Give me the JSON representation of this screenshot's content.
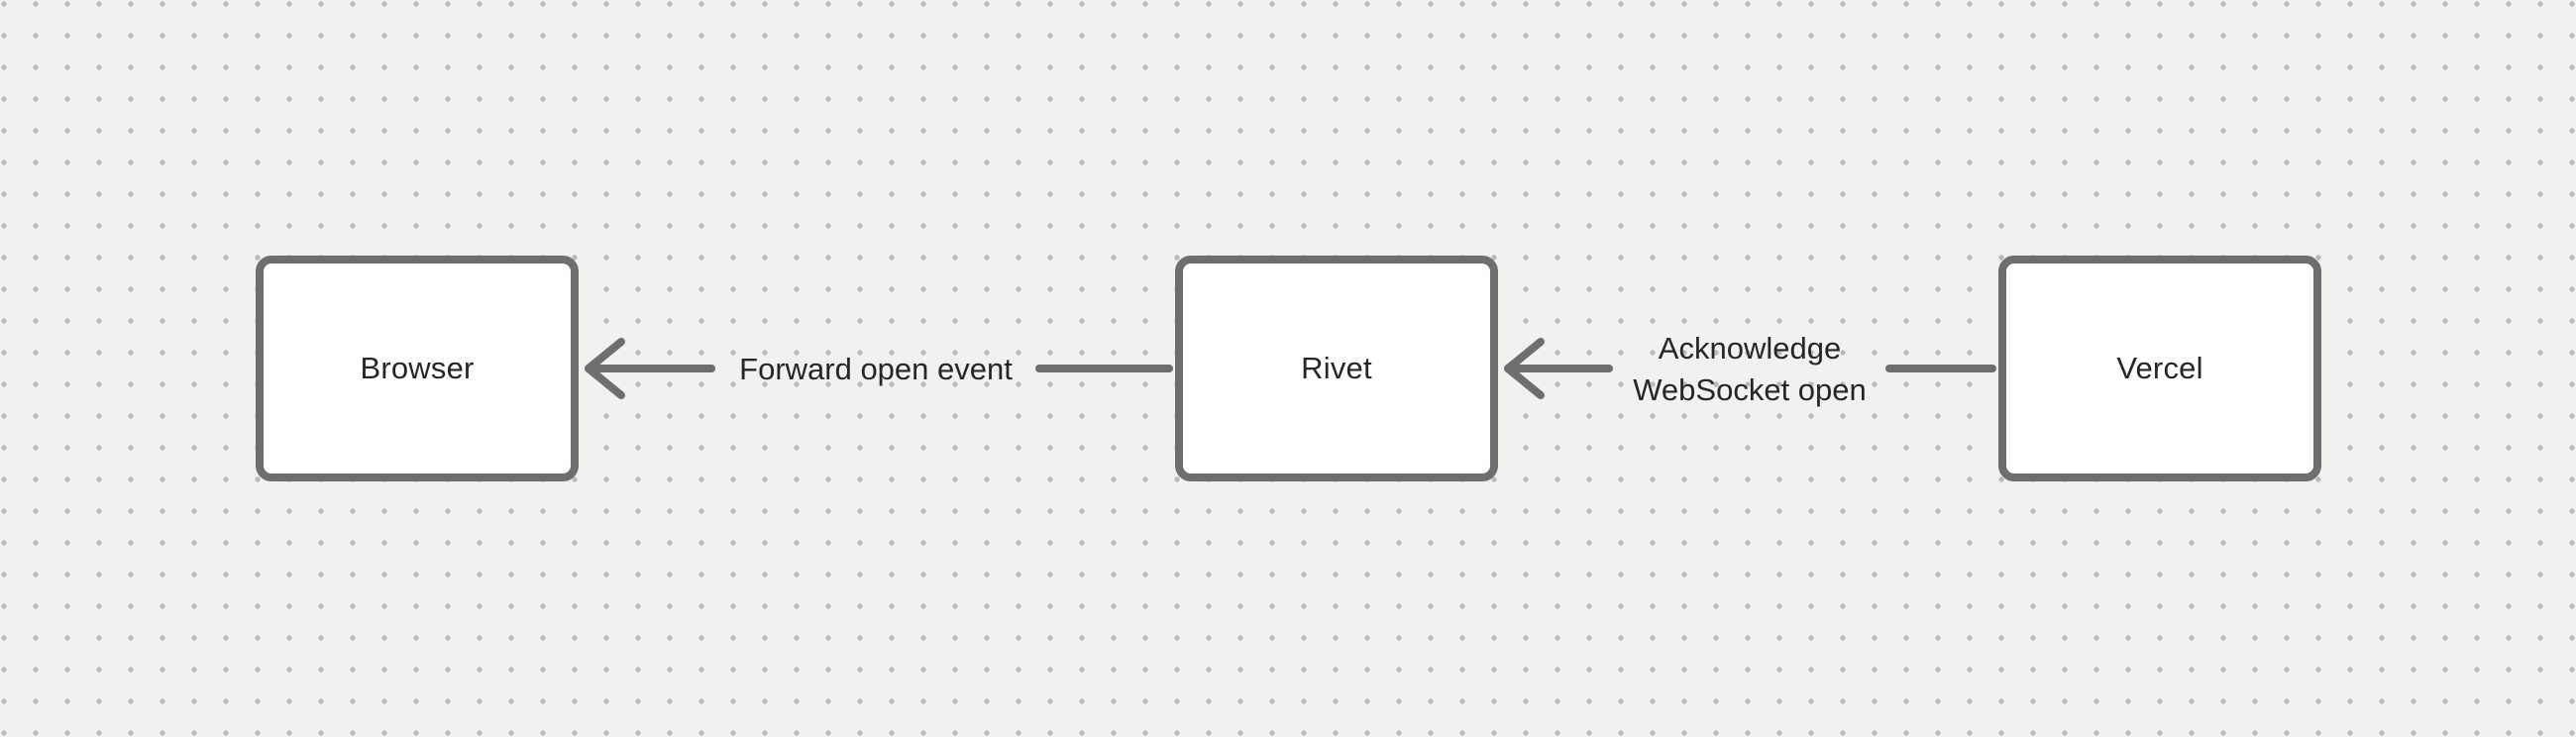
{
  "canvas": {
    "background_color": "#f1f1ef",
    "dot_grid_color": "#b9b9b9",
    "stroke_color": "#6e6e6e",
    "text_color": "#262626"
  },
  "nodes": [
    {
      "id": "browser",
      "label": "Browser"
    },
    {
      "id": "rivet",
      "label": "Rivet"
    },
    {
      "id": "vercel",
      "label": "Vercel"
    }
  ],
  "edges": [
    {
      "id": "forward-open-event",
      "from": "rivet",
      "to": "browser",
      "label": "Forward open event"
    },
    {
      "id": "acknowledge-websocket-open",
      "from": "vercel",
      "to": "rivet",
      "label": "Acknowledge WebSocket open"
    }
  ]
}
